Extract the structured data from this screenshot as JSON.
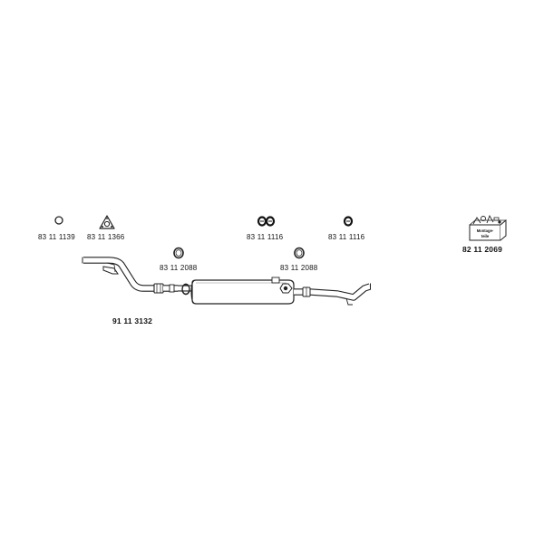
{
  "parts": {
    "ring_small": {
      "part_number": "83 11 1139",
      "icon": "sealing-ring-icon"
    },
    "flange_gasket": {
      "part_number": "83 11 1366",
      "icon": "flange-gasket-icon"
    },
    "rubber_mount_pair": {
      "part_number": "83 11 1116",
      "icon": "rubber-mount-pair-icon"
    },
    "rubber_mount_single": {
      "part_number": "83 11 1116",
      "icon": "rubber-mount-icon"
    },
    "clamp_ring_left": {
      "part_number": "83 11 2088",
      "icon": "clamp-ring-icon"
    },
    "clamp_ring_right": {
      "part_number": "83 11 2088",
      "icon": "clamp-ring-icon"
    },
    "mounting_kit": {
      "part_number": "82 11 2069",
      "icon": "mounting-kit-box-icon",
      "box_text_line1": "Montage-",
      "box_text_line2": "teile"
    },
    "exhaust_system": {
      "part_number": "91 11 3132",
      "icon": "exhaust-system-icon"
    }
  }
}
